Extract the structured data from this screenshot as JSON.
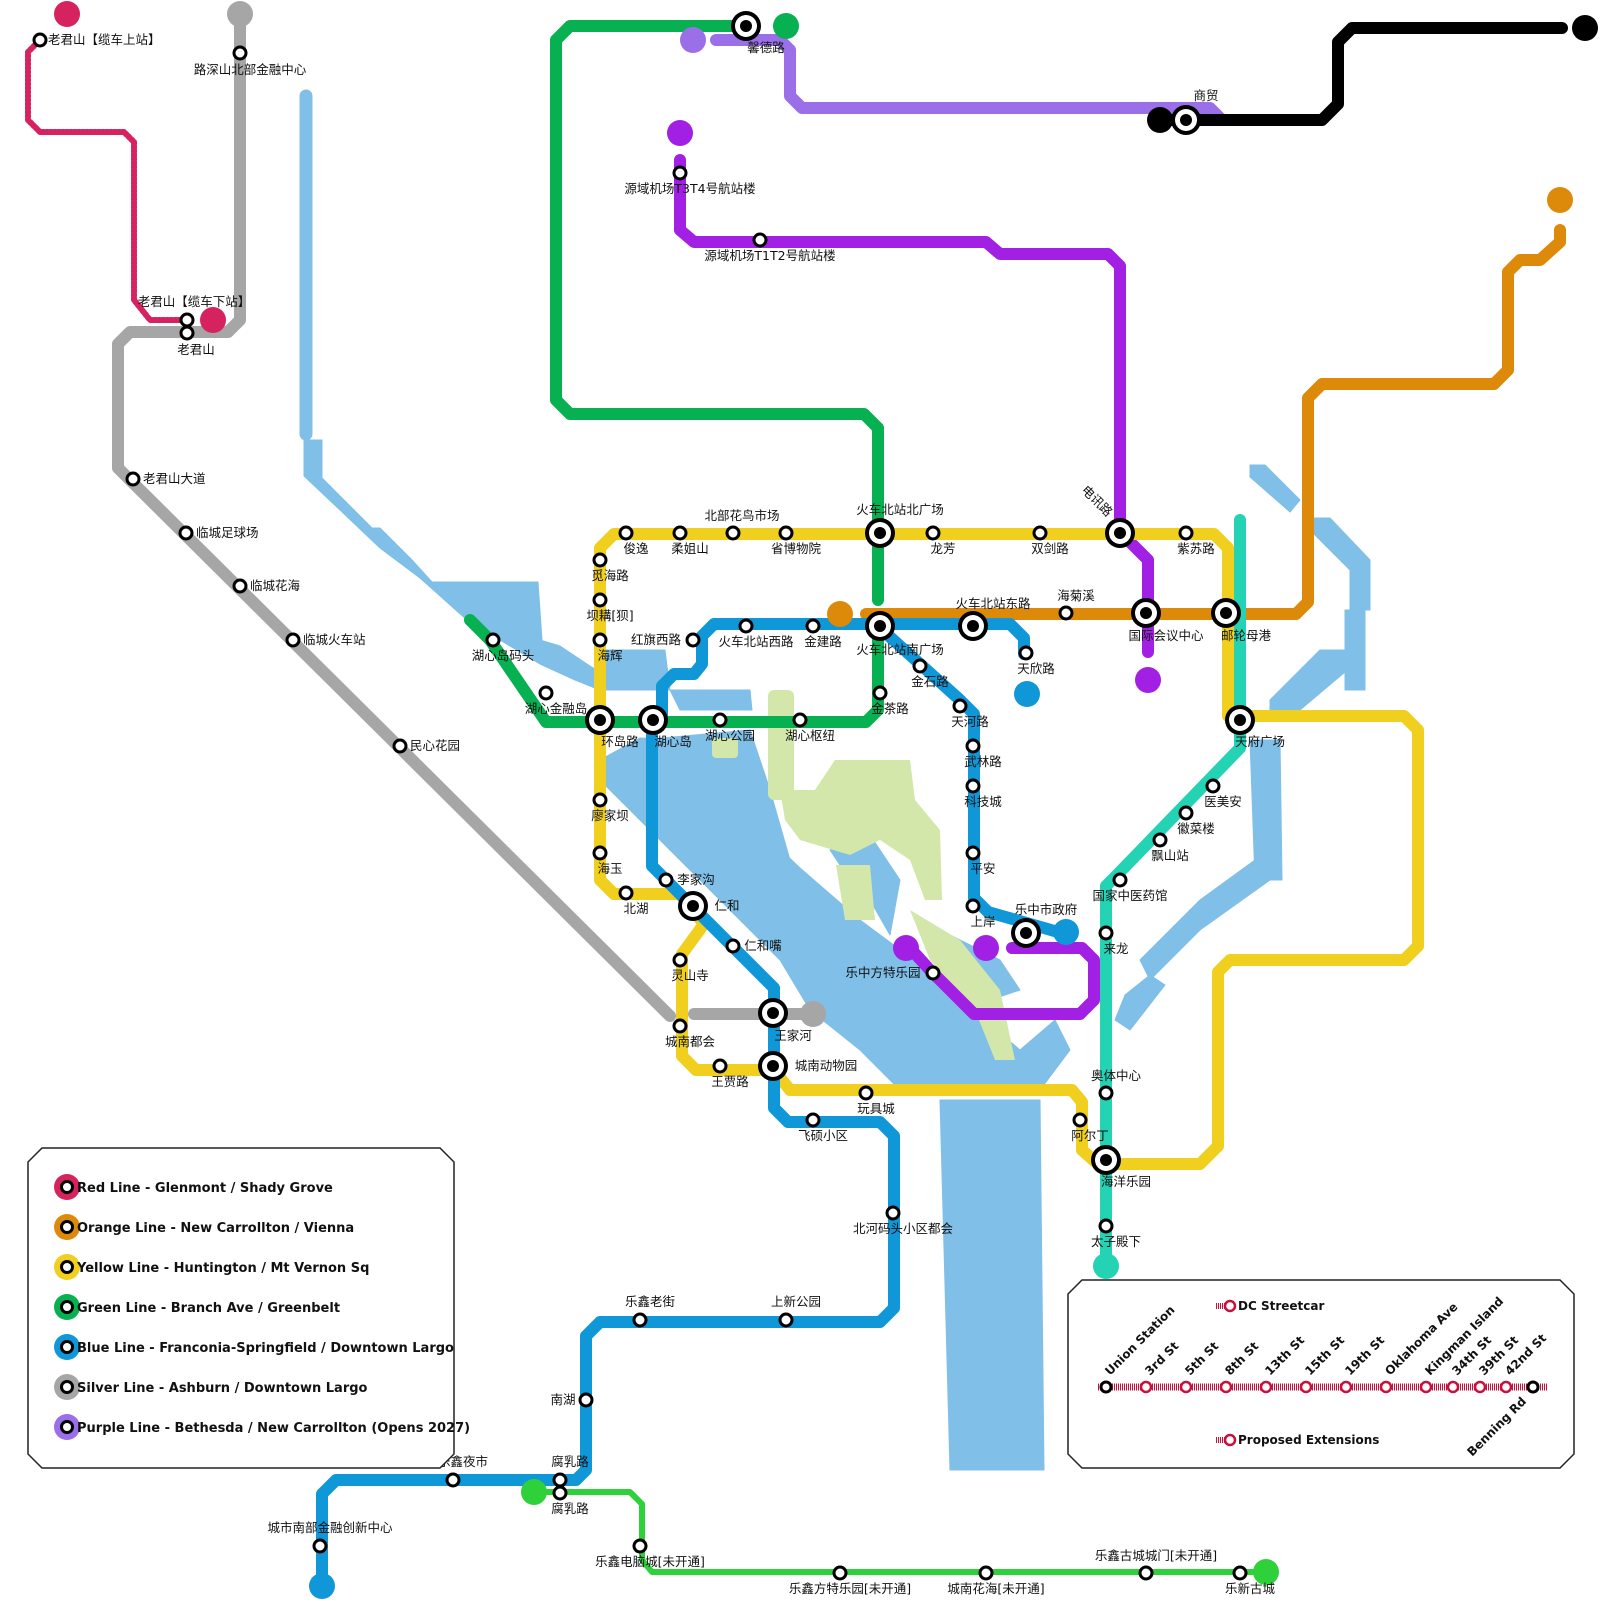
{
  "colors": {
    "red": "#d6225f",
    "orange": "#dd8a0b",
    "yellow": "#f0cf1e",
    "green": "#07b050",
    "blue": "#0f97d8",
    "silver": "#a6a6a6",
    "purple": "#9b6fe8",
    "violet": "#a21fe4",
    "teal": "#24d2b4",
    "black": "#000000",
    "lime": "#2fd13a",
    "water": "#7fbfe8",
    "park": "#d2e7a9",
    "streetcar": "#c8103e"
  },
  "stations": [
    {
      "name": "老君山【缆车上站】"
    },
    {
      "name": "路深山北部金融中心"
    },
    {
      "name": "老君山【缆车下站】"
    },
    {
      "name": "老君山"
    },
    {
      "name": "老君山大道"
    },
    {
      "name": "临城足球场"
    },
    {
      "name": "临城花海"
    },
    {
      "name": "临城火车站"
    },
    {
      "name": "民心花园"
    },
    {
      "name": "馨德路"
    },
    {
      "name": "商贸"
    },
    {
      "name": "源域机场T3T4号航站楼"
    },
    {
      "name": "源域机场T1T2号航站楼"
    },
    {
      "name": "北部花鸟市场"
    },
    {
      "name": "火车北站北广场"
    },
    {
      "name": "俊逸"
    },
    {
      "name": "柔姐山"
    },
    {
      "name": "省博物院"
    },
    {
      "name": "龙芳"
    },
    {
      "name": "双剑路"
    },
    {
      "name": "电讯路"
    },
    {
      "name": "紫苏路"
    },
    {
      "name": "觅海路"
    },
    {
      "name": "坝耩[狈]"
    },
    {
      "name": "海辉"
    },
    {
      "name": "红旗西路"
    },
    {
      "name": "火车北站西路"
    },
    {
      "name": "金建路"
    },
    {
      "name": "火车北站东路"
    },
    {
      "name": "海菊溪"
    },
    {
      "name": "国际会议中心"
    },
    {
      "name": "邮轮母港"
    },
    {
      "name": "火车北站南广场"
    },
    {
      "name": "天欣路"
    },
    {
      "name": "湖心岛码头"
    },
    {
      "name": "湖心金融岛"
    },
    {
      "name": "金石路"
    },
    {
      "name": "金茶路"
    },
    {
      "name": "环岛路"
    },
    {
      "name": "湖心岛"
    },
    {
      "name": "湖心公园"
    },
    {
      "name": "湖心枢纽"
    },
    {
      "name": "天河路"
    },
    {
      "name": "天府广场"
    },
    {
      "name": "武林路"
    },
    {
      "name": "科技城"
    },
    {
      "name": "医美安"
    },
    {
      "name": "廖家坝"
    },
    {
      "name": "徽菜楼"
    },
    {
      "name": "飘山站"
    },
    {
      "name": "平安"
    },
    {
      "name": "海玉"
    },
    {
      "name": "李家沟"
    },
    {
      "name": "国家中医药馆"
    },
    {
      "name": "仁和"
    },
    {
      "name": "北湖"
    },
    {
      "name": "乐中市政府"
    },
    {
      "name": "上岸"
    },
    {
      "name": "仁和嘴"
    },
    {
      "name": "来龙"
    },
    {
      "name": "灵山寺"
    },
    {
      "name": "乐中方特乐园"
    },
    {
      "name": "王家河"
    },
    {
      "name": "城南都会"
    },
    {
      "name": "城南动物园"
    },
    {
      "name": "王贾路"
    },
    {
      "name": "奥体中心"
    },
    {
      "name": "玩具城"
    },
    {
      "name": "阿尔丁"
    },
    {
      "name": "飞硕小区"
    },
    {
      "name": "海洋乐园"
    },
    {
      "name": "北河码头小区都会"
    },
    {
      "name": "太子殿下"
    },
    {
      "name": "乐鑫老街"
    },
    {
      "name": "上新公园"
    },
    {
      "name": "南湖"
    },
    {
      "name": "乐鑫夜市"
    },
    {
      "name": "腐乳路"
    },
    {
      "name": "腐乳路"
    },
    {
      "name": "城市南部金融创新中心"
    },
    {
      "name": "乐鑫电脑城[未开通]"
    },
    {
      "name": "乐鑫古城城门[未开通]"
    },
    {
      "name": "乐鑫方特乐园[未开通]"
    },
    {
      "name": "城南花海[未开通]"
    },
    {
      "name": "乐新古城"
    }
  ],
  "legend": {
    "items": [
      {
        "label": "Red Line - Glenmont / Shady Grove",
        "color": "#d6225f"
      },
      {
        "label": "Orange Line - New Carrollton / Vienna",
        "color": "#dd8a0b"
      },
      {
        "label": "Yellow Line - Huntington / Mt Vernon Sq",
        "color": "#f0cf1e"
      },
      {
        "label": "Green Line - Branch Ave / Greenbelt",
        "color": "#07b050"
      },
      {
        "label": "Blue Line - Franconia-Springfield / Downtown Largo",
        "color": "#0f97d8"
      },
      {
        "label": "Silver Line - Ashburn / Downtown Largo",
        "color": "#a6a6a6"
      },
      {
        "label": "Purple Line - Bethesda / New Carrollton (Opens 2027)",
        "color": "#9b6fe8"
      }
    ]
  },
  "streetcar": {
    "title": "DC Streetcar",
    "proposed": "Proposed Extensions",
    "stops": [
      "Union Station",
      "3rd St",
      "5th St",
      "8th St",
      "13th St",
      "15th St",
      "19th St",
      "Oklahoma Ave",
      "Kingman Island",
      "34th St",
      "39th St",
      "42nd St",
      "Benning Rd"
    ]
  }
}
